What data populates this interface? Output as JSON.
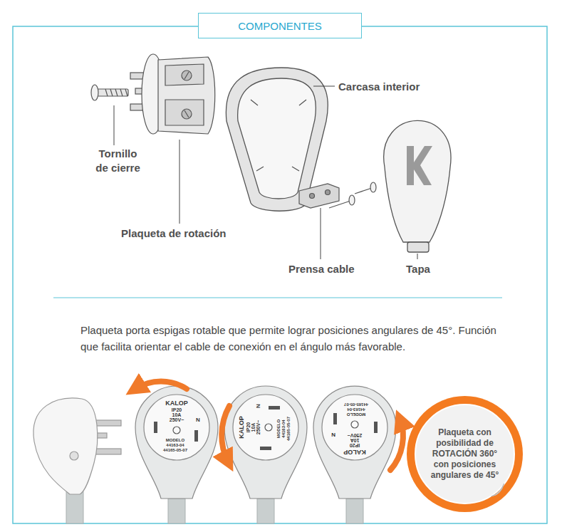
{
  "diagram": {
    "title": "COMPONENTES",
    "nodes": [
      {
        "text": [
          "Plaqueta con posibilidad de ROTACIÓN 360° con posiciones angulares de 45°"
        ]
      }
    ],
    "labels": [
      "Tornillo de cierre",
      "Plaqueta de rotación",
      "Carcasa interior",
      "Prensa cable",
      "Tapa",
      "Plaqueta porta espigas rotable que permite lograr posiciones angulares de 45°. Función que facilita orientar el cable de conexión en el ángulo más favorable.",
      "KALOP",
      "IP20",
      "10A",
      "250V~",
      "N",
      "MODELO",
      "44163-04",
      "44165-05-07",
      "KALOP",
      "IP20",
      "10A",
      "250V~",
      "N",
      "MODELO",
      "44163-04",
      "44165-05-07",
      "KALOP",
      "IP20",
      "10A",
      "250V~",
      "N",
      "MODELO",
      "44163-04",
      "44165-05-07"
    ]
  }
}
